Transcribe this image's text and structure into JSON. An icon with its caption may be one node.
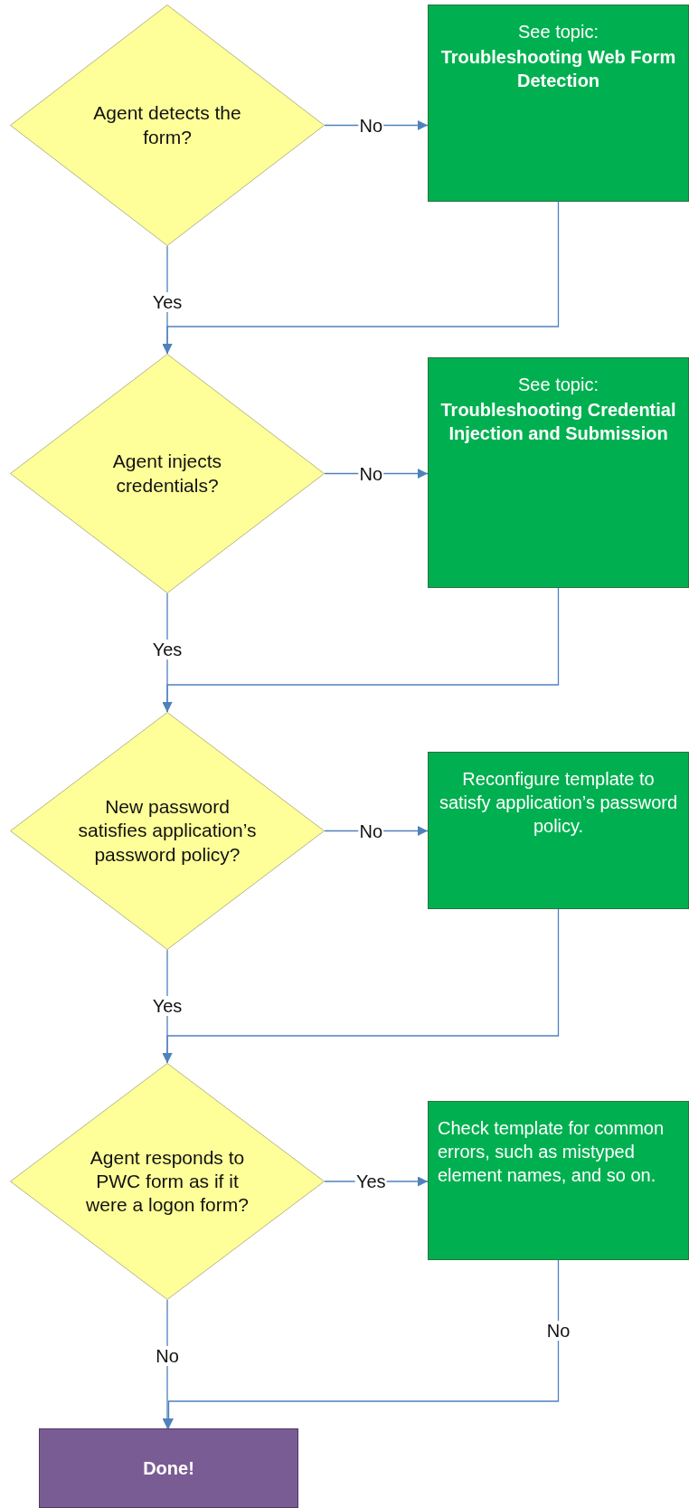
{
  "diagram": {
    "nodes": [
      {
        "text": [
          "Agent detects the form?"
        ]
      },
      {
        "text": [
          "See topic:",
          "Troubleshooting Web Form Detection"
        ]
      },
      {
        "text": [
          "Agent injects credentials?"
        ]
      },
      {
        "text": [
          "See topic:",
          "Troubleshooting Credential Injection and Submission"
        ]
      },
      {
        "text": [
          "New password satisfies application’s password policy?"
        ]
      },
      {
        "text": [
          "Reconfigure template to satisfy application’s password policy."
        ]
      },
      {
        "text": [
          "Agent responds to PWC form as if it were a logon form?"
        ]
      },
      {
        "text": [
          "Check template for common errors, such as mistyped element names, and so on."
        ]
      },
      {
        "text": [
          "Done!"
        ]
      }
    ],
    "edges": [
      {
        "from": 0,
        "to": 1,
        "arrow": "to",
        "label": "No"
      },
      {
        "from": 0,
        "to": 2,
        "arrow": "to",
        "label": "Yes"
      },
      {
        "from": 1,
        "to": 2,
        "arrow": "to"
      },
      {
        "from": 2,
        "to": 3,
        "arrow": "to",
        "label": "No"
      },
      {
        "from": 2,
        "to": 4,
        "arrow": "to",
        "label": "Yes"
      },
      {
        "from": 3,
        "to": 4,
        "arrow": "to"
      },
      {
        "from": 4,
        "to": 5,
        "arrow": "to",
        "label": "No"
      },
      {
        "from": 4,
        "to": 6,
        "arrow": "to",
        "label": "Yes"
      },
      {
        "from": 5,
        "to": 6,
        "arrow": "to"
      },
      {
        "from": 6,
        "to": 7,
        "arrow": "to",
        "label": "Yes"
      },
      {
        "from": 6,
        "to": 8,
        "arrow": "to",
        "label": "No"
      },
      {
        "from": 7,
        "to": 8,
        "arrow": "to",
        "label": "No"
      }
    ]
  }
}
